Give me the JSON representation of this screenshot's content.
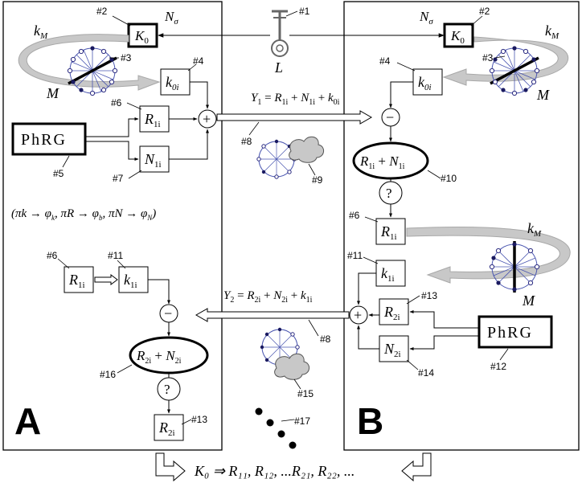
{
  "panels": {
    "left_label": "A",
    "right_label": "B"
  },
  "tags": {
    "t1": "#1",
    "t2l": "#2",
    "t2r": "#2",
    "t3l": "#3",
    "t3r": "#3",
    "t4l": "#4",
    "t4r": "#4",
    "t5": "#5",
    "t6a": "#6",
    "t6b": "#6",
    "t6c": "#6",
    "t7": "#7",
    "t8a": "#8",
    "t8b": "#8",
    "t9": "#9",
    "t10": "#10",
    "t11a": "#11",
    "t11b": "#11",
    "t12": "#12",
    "t13a": "#13",
    "t13b": "#13",
    "t14": "#14",
    "t15": "#15",
    "t16": "#16",
    "t17": "#17"
  },
  "symbols": {
    "K": "K",
    "zero": "0",
    "k": "k",
    "M_sub": "M",
    "M": "M",
    "N": "N",
    "sigma": "σ",
    "L": "L",
    "R": "R",
    "sub_0i": "0i",
    "sub_1i": "1i",
    "sub_2i": "2i",
    "sub_2i_b": "2i",
    "sub_1i_b": "1i",
    "plus": "+",
    "minus": "−",
    "q": "?",
    "eq": "=",
    "Y1": "Y",
    "Y2": "Y",
    "one": "1",
    "two": "2",
    "phrg": "PhRG"
  },
  "formulas": {
    "mapping": "(πk → φ",
    "mapping_sub_k": "k",
    "mapping_mid1": ",  πR → φ",
    "mapping_sub_b": "b",
    "mapping_mid2": ",  πN → φ",
    "mapping_sub_N": "N",
    "mapping_end": ")",
    "bottom": "K₀ ⇒ R₁₁, R₁₂, ...R₂₁, R₂₂, ..."
  },
  "icons": [
    "key-icon",
    "noise-cloud-icon",
    "arrow-icon"
  ]
}
